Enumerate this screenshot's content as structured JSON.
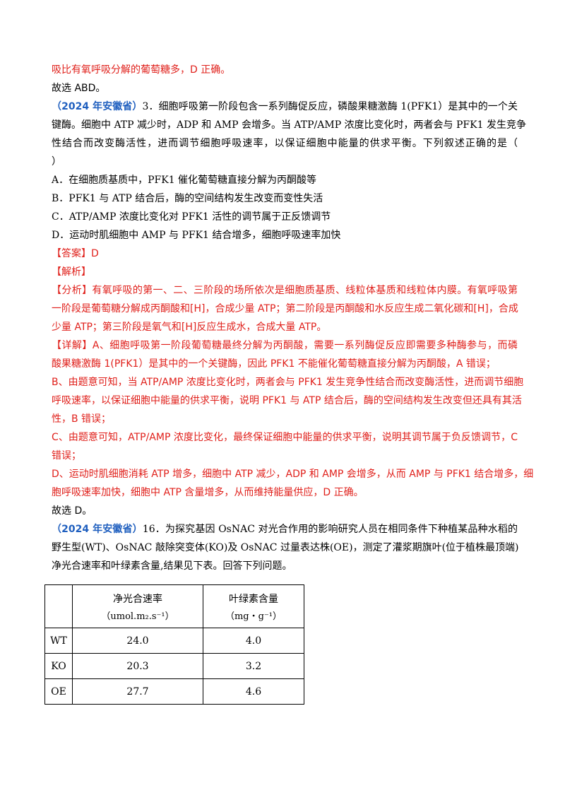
{
  "top": {
    "line1": "吸比有氧呼吸分解的葡萄糖多，D 正确。",
    "line2": "故选 ABD。"
  },
  "q3": {
    "source": "（2024 年安徽省）",
    "stem_l1": "3．细胞呼吸第一阶段包含一系列酶促反应，磷酸果糖激酶 1(PFK1）是其中的一个关",
    "stem_l2": "键酶。细胞中 ATP 减少时，ADP 和 AMP 会增多。当 ATP/AMP 浓度比变化时，两者会与 PFK1 发生竞争",
    "stem_l3": "性结合而改变酶活性，进而调节细胞呼吸速率，以保证细胞中能量的供求平衡。下列叙述正确的是（",
    "stem_l4": "）",
    "options": [
      "A．在细胞质基质中，PFK1 催化葡萄糖直接分解为丙酮酸等",
      "B．PFK1 与 ATP 结合后，酶的空间结构发生改变而变性失活",
      "C．ATP/AMP 浓度比变化对 PFK1 活性的调节属于正反馈调节",
      "D．运动时肌细胞中 AMP 与 PFK1 结合增多，细胞呼吸速率加快"
    ],
    "answer": "【答案】D",
    "analysis_title": "【解析】",
    "fenxi_l1": "【分析】有氧呼吸的第一、二、三阶段的场所依次是细胞质基质、线粒体基质和线粒体内膜。有氧呼吸第",
    "fenxi_l2": "一阶段是葡萄糖分解成丙酮酸和[H]，合成少量 ATP；第二阶段是丙酮酸和水反应生成二氧化碳和[H]，合成",
    "fenxi_l3": "少量 ATP；第三阶段是氧气和[H]反应生成水，合成大量 ATP。",
    "xiangjie_l1": "【详解】A、细胞呼吸第一阶段葡萄糖最终分解为丙酮酸，需要一系列酶促反应即需要多种酶参与，而磷",
    "xiangjie_l2": "酸果糖激酶 1(PFK1）是其中的一个关键酶，因此 PFK1 不能催化葡萄糖直接分解为丙酮酸，A 错误；",
    "b_l1": "B、由题意可知，当 ATP/AMP 浓度比变化时，两者会与 PFK1 发生竞争性结合而改变酶活性，进而调节细胞",
    "b_l2": "呼吸速率，以保证细胞中能量的供求平衡，说明 PFK1 与 ATP 结合后，酶的空间结构发生改变但还具有其活",
    "b_l3": "性，B 错误；",
    "c_l1": "C、由题意可知，ATP/AMP 浓度比变化，最终保证细胞中能量的供求平衡，说明其调节属于负反馈调节，C",
    "c_l2": "错误；",
    "d_l1": "D、运动时肌细胞消耗 ATP 增多，细胞中 ATP 减少，ADP 和 AMP 会增多，从而 AMP 与 PFK1 结合增多，细",
    "d_l2": "胞呼吸速率加快，细胞中 ATP 含量增多，从而维持能量供应，D 正确。",
    "conclusion": "故选 D。"
  },
  "q16": {
    "source": "（2024 年安徽省）",
    "stem_l1": "16．为探究基因 OsNAC 对光合作用的影响研究人员在相同条件下种植某品种水稻的",
    "stem_l2": "野生型(WT)、OsNAC 敲除突变体(KO)及 OsNAC 过量表达株(OE)，测定了灌浆期旗叶(位于植株最顶端)",
    "stem_l3": "净光合速率和叶绿素含量,结果见下表。回答下列问题。"
  },
  "table": {
    "headers": [
      "",
      "净光合速率",
      "叶绿素含量"
    ],
    "units": [
      "",
      "（umol.m₂.s⁻¹）",
      "（mg・g⁻¹）"
    ],
    "rows": [
      [
        "WT",
        "24.0",
        "4.0"
      ],
      [
        "KO",
        "20.3",
        "3.2"
      ],
      [
        "OE",
        "27.7",
        "4.6"
      ]
    ]
  }
}
